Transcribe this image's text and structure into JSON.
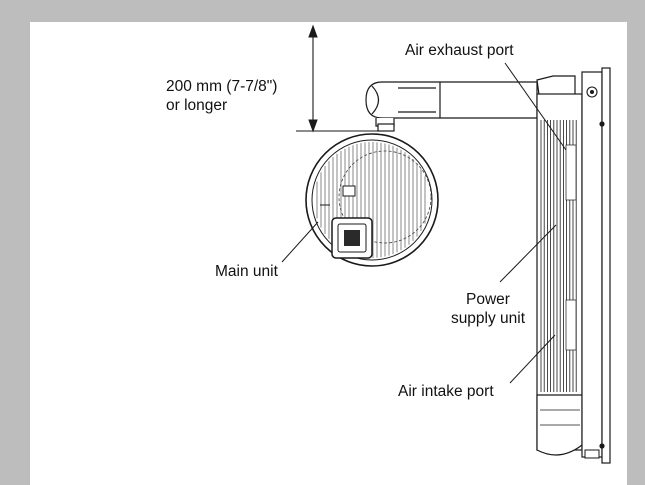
{
  "diagram": {
    "labels": {
      "clearance_line1": "200 mm (7-7/8\")",
      "clearance_line2": "or longer",
      "air_exhaust_port": "Air exhaust port",
      "main_unit": "Main unit",
      "power_supply_line1": "Power",
      "power_supply_line2": "supply unit",
      "air_intake_port": "Air intake port"
    },
    "colors": {
      "frame": "#bdbdbd",
      "line": "#1a1a1a",
      "background": "#ffffff"
    }
  }
}
